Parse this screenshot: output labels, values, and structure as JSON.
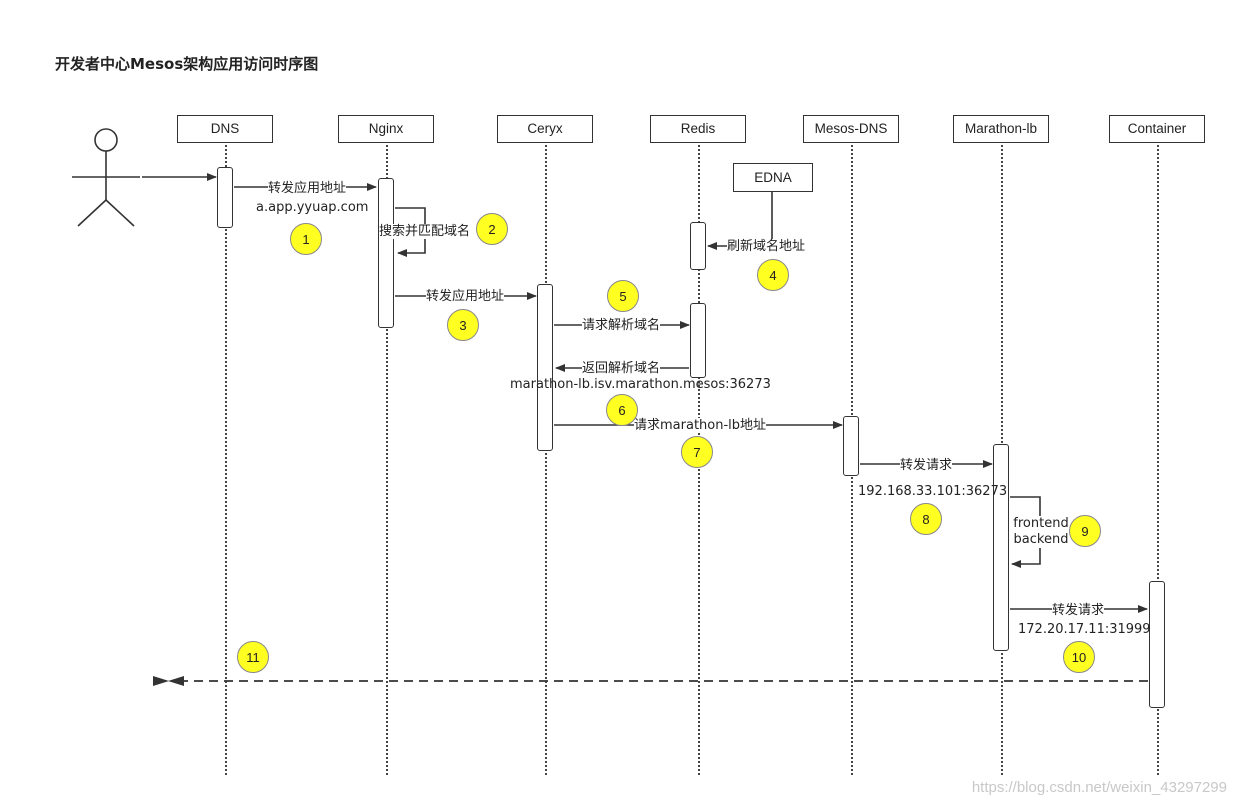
{
  "title": "开发者中心Mesos架构应用访问时序图",
  "participants": [
    "DNS",
    "Nginx",
    "Ceryx",
    "Redis",
    "Mesos-DNS",
    "Marathon-lb",
    "Container"
  ],
  "edna": "EDNA",
  "messages": {
    "m1_line1": "转发应用地址",
    "m1_line2": "a.app.yyuap.com",
    "m2": "搜索并匹配域名",
    "m3": "转发应用地址",
    "m4": "刷新域名地址",
    "m5": "请求解析域名",
    "m6_line1": "返回解析域名",
    "m6_line2": "marathon-lb.isv.marathon.mesos:36273",
    "m7": "请求marathon-lb地址",
    "m8_line1": "转发请求",
    "m8_line2": "192.168.33.101:36273",
    "m9_line1": "frontend",
    "m9_line2": "backend",
    "m10_line1": "转发请求",
    "m10_line2": "172.20.17.11:31999"
  },
  "steps": [
    "1",
    "2",
    "3",
    "4",
    "5",
    "6",
    "7",
    "8",
    "9",
    "10",
    "11"
  ],
  "watermark": "https://blog.csdn.net/weixin_43297299",
  "colors": {
    "step_fill": "#ffff22",
    "line": "#333333"
  }
}
